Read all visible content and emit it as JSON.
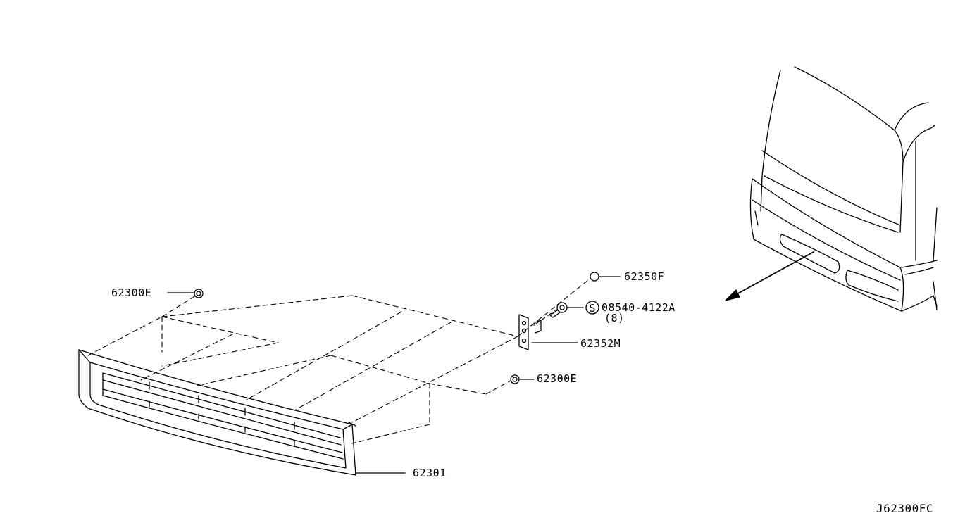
{
  "diagram_id": "J62300FC",
  "callouts": {
    "clip_left": "62300E",
    "clip_right": "62300E",
    "clip_top": "62350F",
    "screw": "08540-4122A",
    "screw_qty": "(8)",
    "screw_symbol": "S",
    "bracket": "62352M",
    "grille": "62301"
  },
  "colors": {
    "ink": "#000000",
    "background": "#ffffff"
  }
}
